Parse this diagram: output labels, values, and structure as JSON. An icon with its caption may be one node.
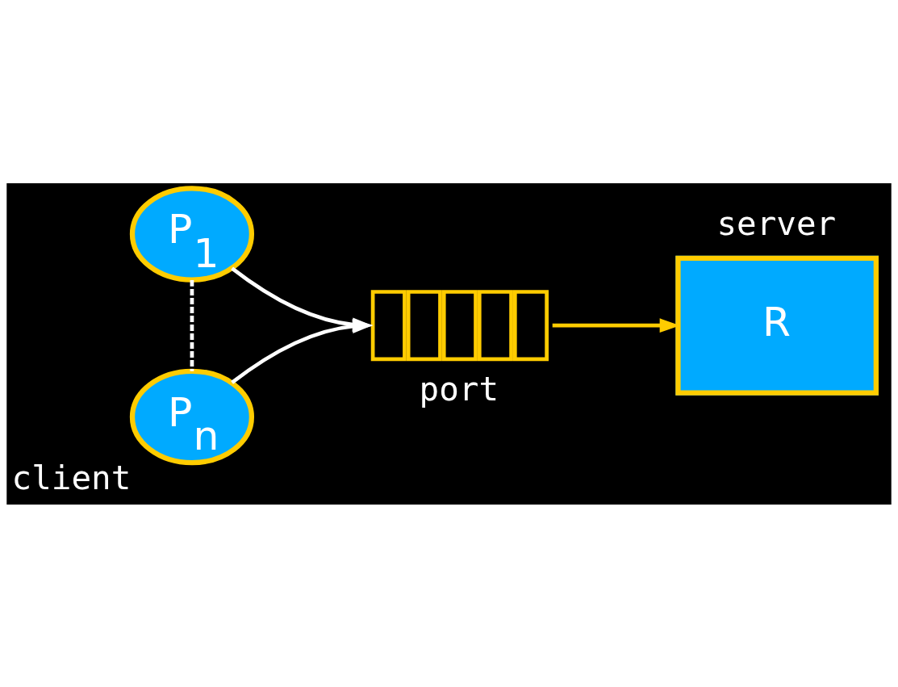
{
  "diagram": {
    "nodes": [
      {
        "text": [
          "P$_{1}$"
        ]
      },
      {
        "text": [
          "P$_{n}$"
        ],
        "beside": [
          "client"
        ]
      },
      {
        "text": [],
        "shape": "box",
        "beside": [
          "port"
        ]
      },
      {
        "text": [
          "R"
        ],
        "beside": [
          "server"
        ]
      }
    ],
    "edges": [
      {
        "from": 0,
        "to": 2,
        "arrow": "to"
      },
      {
        "from": 1,
        "to": 2,
        "arrow": "to"
      },
      {
        "from": 2,
        "to": 3,
        "arrow": "to",
        "color": "#ffcc00"
      },
      {
        "from": 0,
        "to": 1,
        "arrow": "none",
        "style": "dashed"
      }
    ]
  }
}
